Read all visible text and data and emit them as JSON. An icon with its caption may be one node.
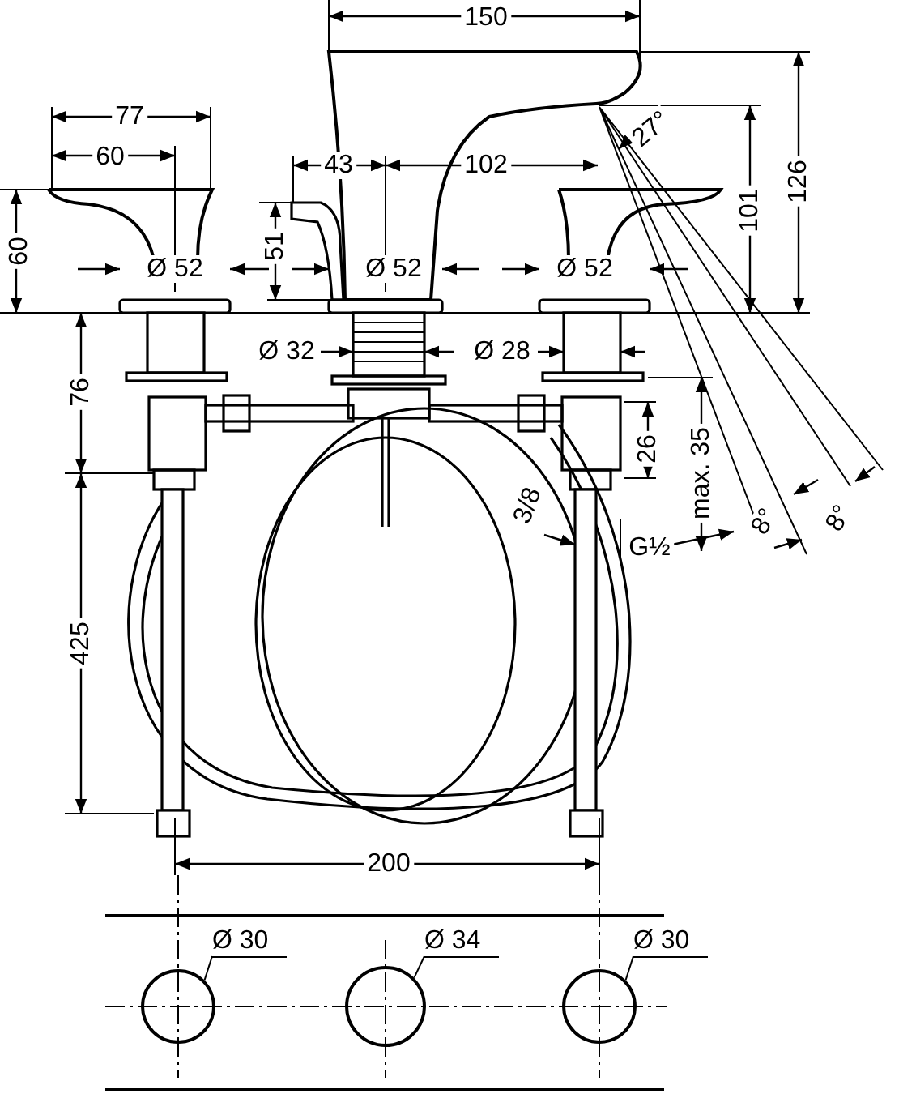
{
  "diagram": {
    "nodes": [
      {
        "text": [
          "Ø 30"
        ]
      },
      {
        "text": [],
        "shape": "circle"
      },
      {
        "text": [
          "Ø 34"
        ]
      },
      {
        "text": [],
        "shape": "circle"
      },
      {
        "text": [
          "Ø 30"
        ]
      },
      {
        "text": [],
        "shape": "circle"
      }
    ],
    "edges": [
      {
        "from": 0,
        "to": 1,
        "arrow": "none"
      },
      {
        "from": 2,
        "to": 3,
        "arrow": "none"
      },
      {
        "from": 4,
        "to": 5,
        "arrow": "none"
      }
    ],
    "labels": [
      "150",
      "77",
      "60",
      "43",
      "102",
      "27°",
      "126",
      "101",
      "60",
      "51",
      "Ø 52",
      "Ø 52",
      "Ø 52",
      "Ø 32",
      "Ø 28",
      "76",
      "26",
      "max. 35",
      "3/8",
      "G½",
      "8°",
      "8°",
      "425",
      "200"
    ]
  }
}
